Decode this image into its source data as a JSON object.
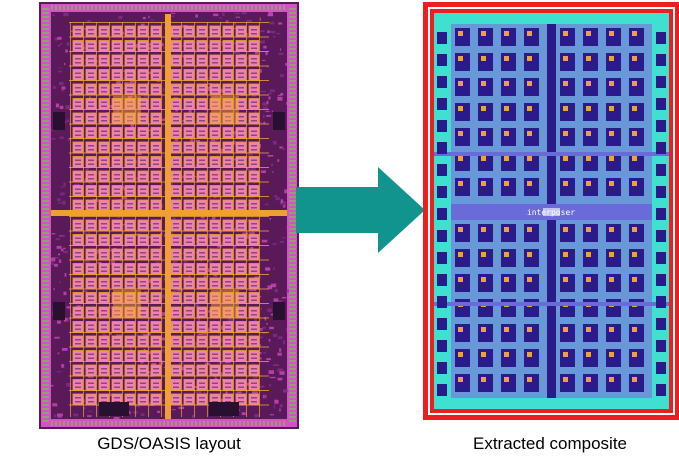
{
  "left_panel": {
    "caption": "GDS/OASIS layout",
    "colors": {
      "background": "#5a1a5a",
      "fill": "#d850c8",
      "cell": "#f080b8",
      "cell_border": "#e8a020",
      "grid": "#f0a030",
      "hot": "#ffb030",
      "dark": "#2a1030",
      "edge_pads": "#90a070"
    }
  },
  "right_panel": {
    "caption": "Extracted composite",
    "label": "interposer",
    "colors": {
      "frame": "#e82020",
      "background": "#40e0d0",
      "block": "#2a1a8a",
      "channel": "#6a6ad8",
      "accent": "#f0a040",
      "mid": "#6898d8"
    }
  },
  "arrow": {
    "color": "#12948e"
  }
}
